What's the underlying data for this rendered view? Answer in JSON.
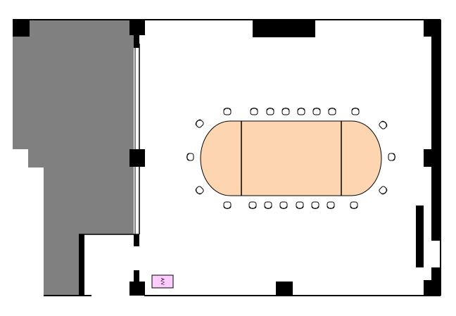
{
  "plan": {
    "colors": {
      "wall": "#000000",
      "floor": "#ffffff",
      "adjacent_area": "#808080",
      "table": "#fdd5b1",
      "table_outline": "#000000",
      "chair": "#ffffff",
      "sign": "#ffccff"
    },
    "table": {
      "shape": "racetrack",
      "sections": 3
    },
    "chairs": {
      "top_row": 8,
      "bottom_row": 8,
      "left_end": 3,
      "right_end": 3,
      "total": 22
    },
    "sign": {
      "label": "A/V",
      "icon": "av-connection-icon"
    }
  }
}
